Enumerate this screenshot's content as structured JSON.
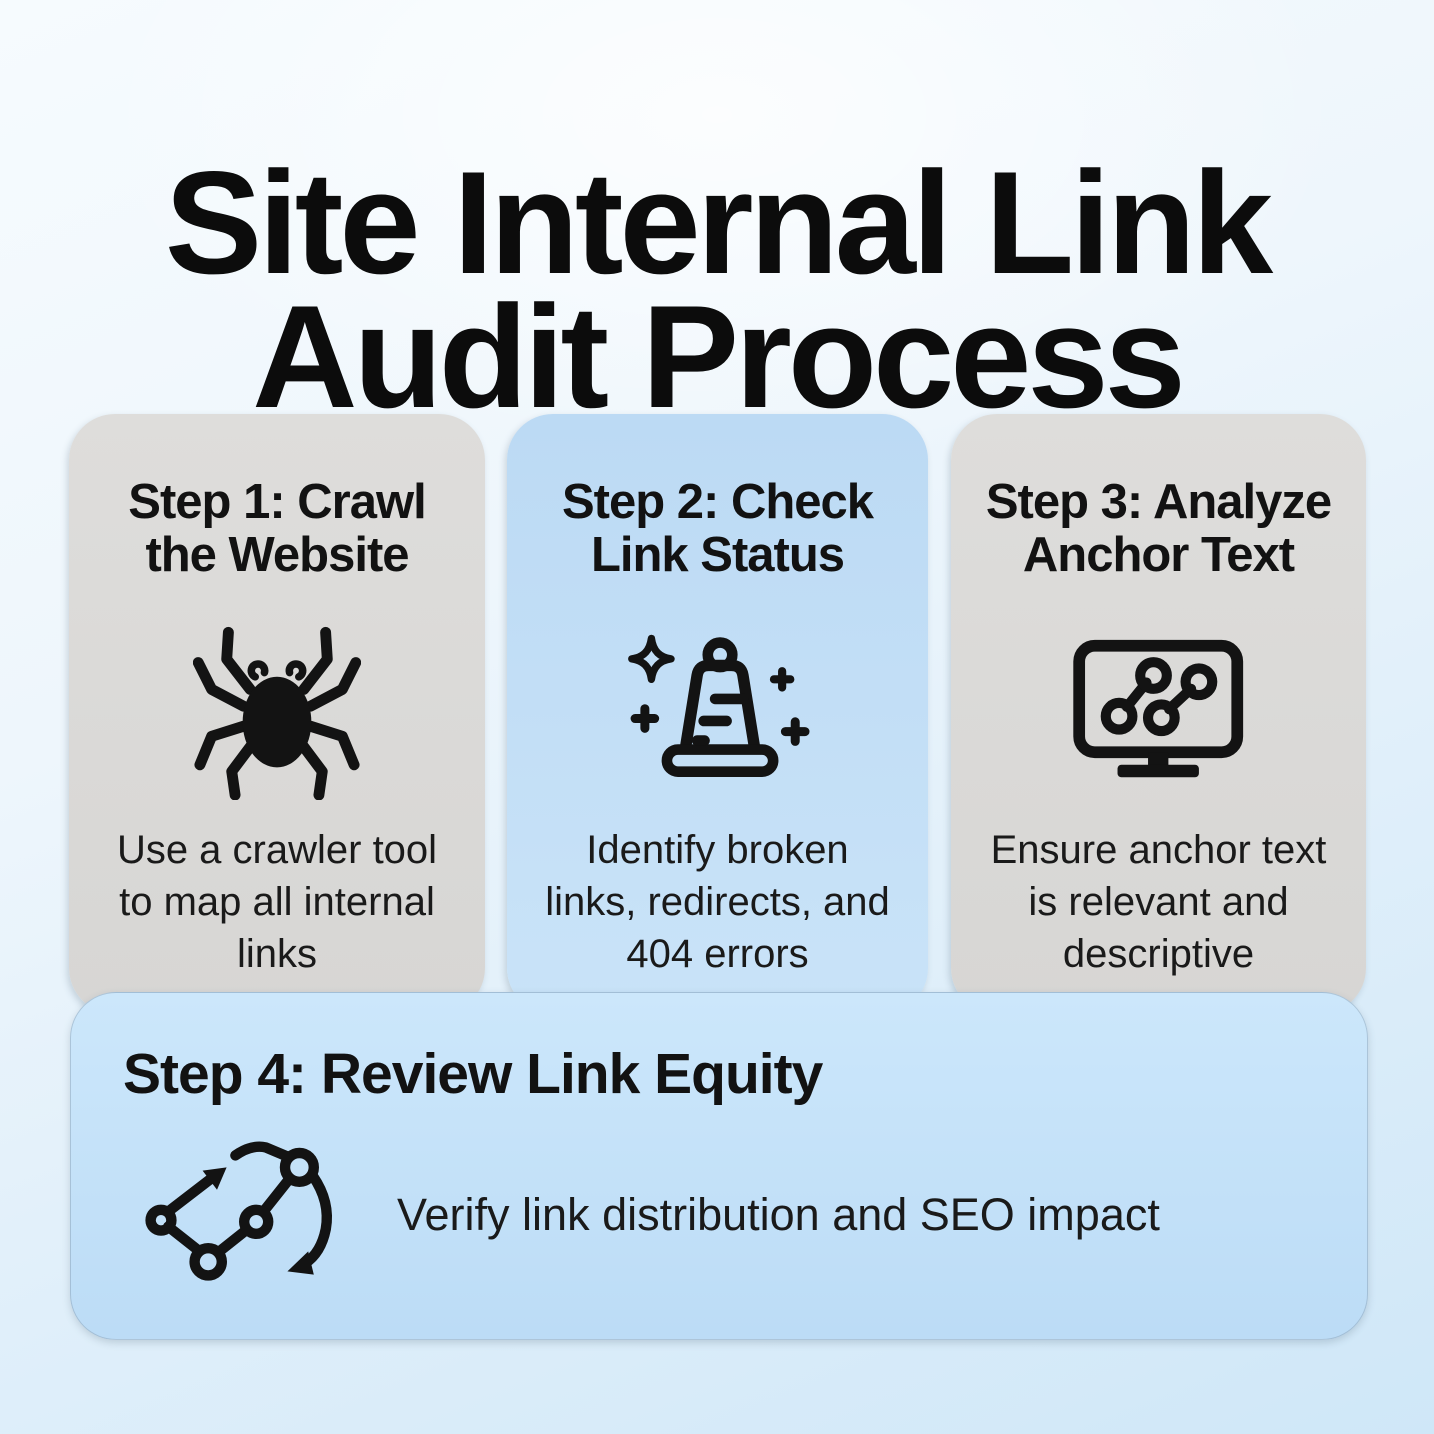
{
  "header": {
    "title_line1": "Site Internal Link",
    "title_line2": "Audit Process"
  },
  "steps": [
    {
      "title": "Step 1: Crawl\nthe Website",
      "description": "Use a crawler tool\nto map all internal\nlinks",
      "icon": "spider-icon",
      "card_color": "#dcdbd8"
    },
    {
      "title": "Step 2: Check\nLink Status",
      "description": "Identify broken\nlinks, redirects, and\n404 errors",
      "icon": "sparkle-bell-icon",
      "card_color": "#c3dff6"
    },
    {
      "title": "Step 3: Analyze\nAnchor Text",
      "description": "Ensure anchor text\nis relevant and\ndescriptive",
      "icon": "monitor-link-nodes-icon",
      "card_color": "#dcdbd8"
    }
  ],
  "step4": {
    "title": "Step 4: Review Link Equity",
    "description": "Verify link distribution and SEO impact",
    "icon": "link-graph-arrow-icon",
    "card_color": "#c4e2f9"
  },
  "colors": {
    "background_top": "#f6fbfe",
    "background_bottom": "#cfe7f8",
    "card_gray": "#dcdbd8",
    "card_blue": "#c3dff6",
    "wide_card_blue": "#c4e2f9",
    "text": "#121212",
    "icon": "#131313"
  }
}
